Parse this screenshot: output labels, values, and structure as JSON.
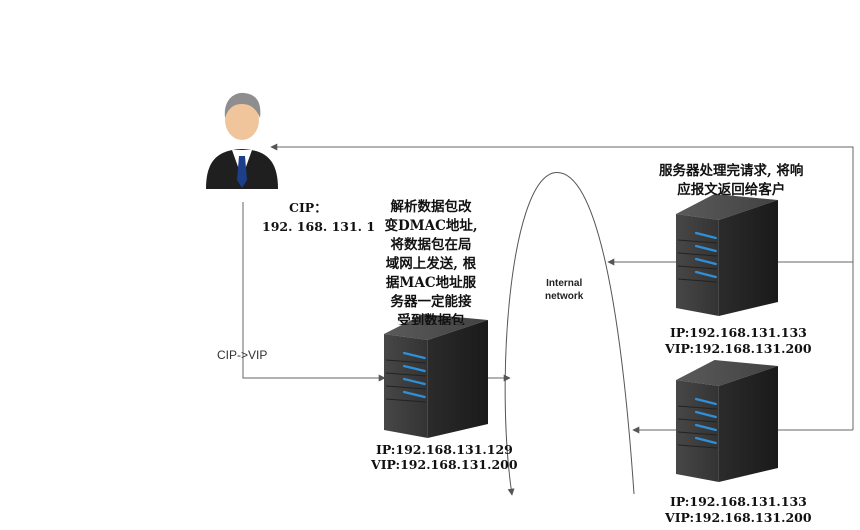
{
  "client": {
    "icon": "businessman-icon",
    "ip_label": "CIP：",
    "ip_value": "192. 168. 131. 1"
  },
  "edge_client_to_lb": {
    "label": "CIP->VIP"
  },
  "load_balancer": {
    "icon": "server-icon",
    "description_lines": [
      "解析数据包改",
      "变DMAC地址,",
      "将数据包在局",
      "域网上发送, 根",
      "据MAC地址服",
      "务器一定能接",
      "受到数据包"
    ],
    "ip": "IP:192.168.131.129",
    "vip": "VIP:192.168.131.200"
  },
  "network": {
    "label_lines": [
      "Internal",
      "network"
    ]
  },
  "real_servers": [
    {
      "icon": "server-icon",
      "ip": "IP:192.168.131.133",
      "vip": "VIP:192.168.131.200"
    },
    {
      "icon": "server-icon",
      "ip": "IP:192.168.131.133",
      "vip": "VIP:192.168.131.200"
    }
  ],
  "response_note": {
    "lines": [
      "服务器处理完请求, 将响",
      "应报文返回给客户"
    ]
  },
  "colors": {
    "server_body": "#3a3a3a",
    "server_led": "#2f8fd8",
    "line": "#666666",
    "suit": "#1f1f1f",
    "tie": "#1d3f8a"
  }
}
